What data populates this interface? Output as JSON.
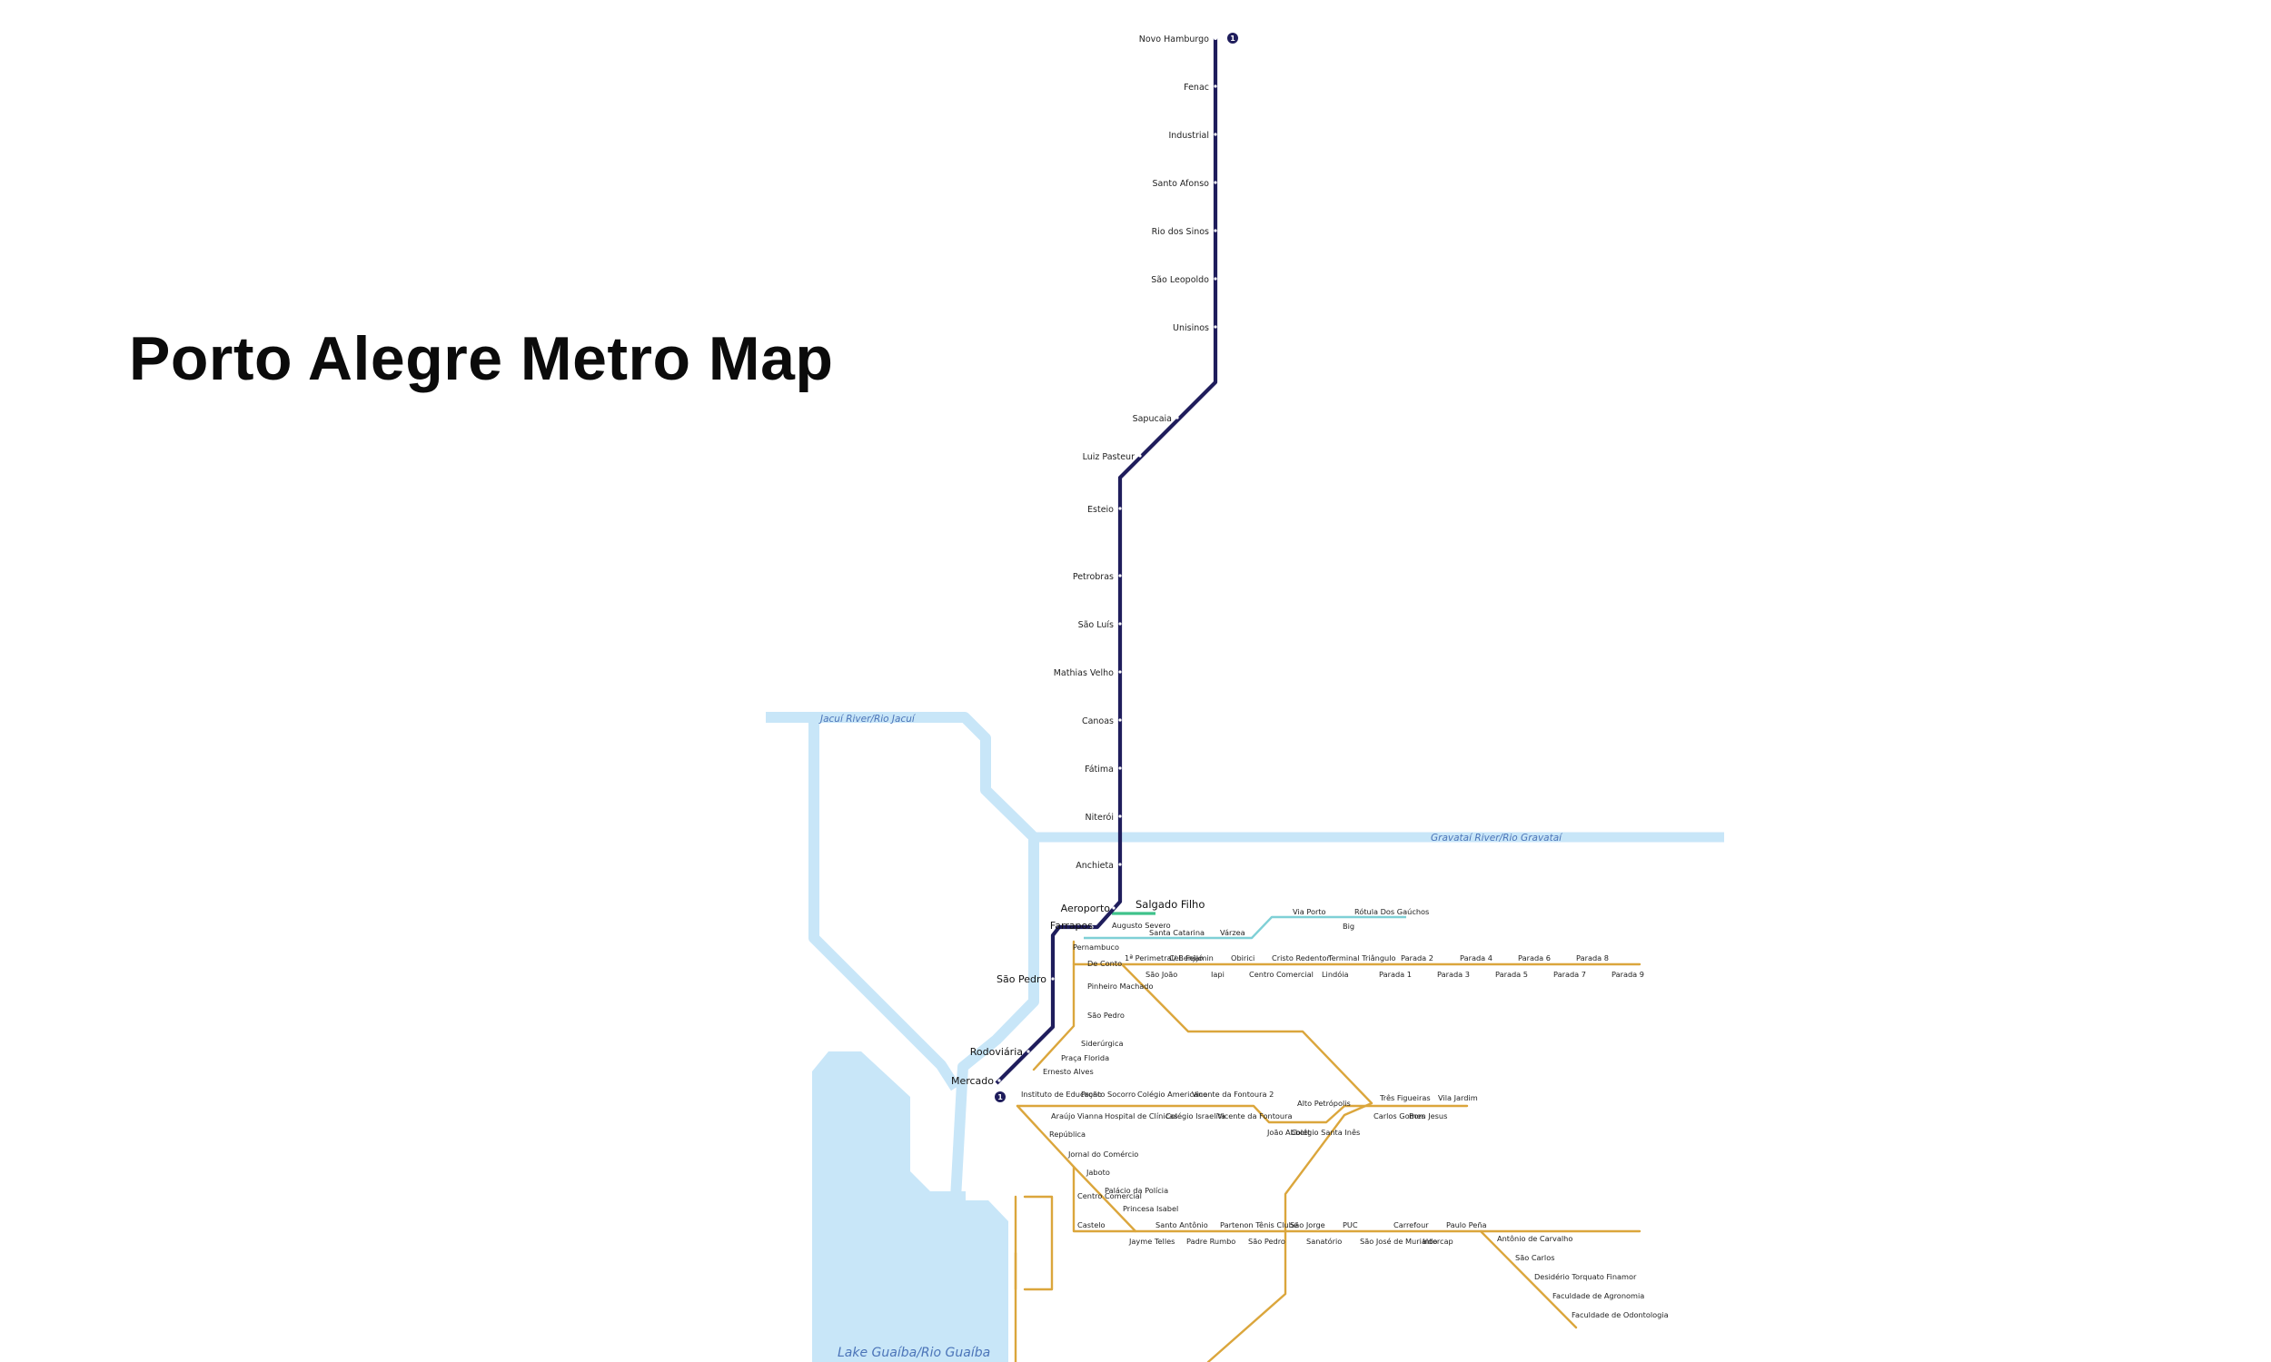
{
  "map": {
    "title": "Porto Alegre Metro Map",
    "colors": {
      "metro": "#1f1d5c",
      "bus": "#dba63c",
      "aeromovel": "#3fc28b",
      "bus_connector": "#7fd0d6",
      "water": "#c8e6f8",
      "water_label": "#4b74b8"
    },
    "line_badge": "1",
    "water_labels": {
      "jacui": "Jacuí River/Rio Jacuí",
      "gravatai": "Gravataí River/Rio Gravataí",
      "guaiba": "Lake Guaíba/Rio Guaíba"
    },
    "metro_stations": [
      "Novo Hamburgo",
      "Fenac",
      "Industrial",
      "Santo Afonso",
      "Rio dos Sinos",
      "São Leopoldo",
      "Unisinos",
      "Sapucaia",
      "Luiz Pasteur",
      "Esteio",
      "Petrobras",
      "São Luís",
      "Mathias Velho",
      "Canoas",
      "Fátima",
      "Niterói",
      "Anchieta",
      "Aeroporto",
      "Farrapos",
      "São Pedro",
      "Rodoviária",
      "Mercado"
    ],
    "aeromovel_station": "Salgado Filho",
    "cyan_stops": [
      "Augusto Severo",
      "Santa Catarina",
      "Várzea",
      "Via Porto",
      "Rótula Dos Gaúchos",
      "Big"
    ],
    "bus_stops": {
      "north_corridor_top": [
        "1ª Perimetral/ Benjamin",
        "Cel. Feijó",
        "Obirici",
        "Cristo Redentor",
        "Terminal Triângulo",
        "Parada 2",
        "Parada 4",
        "Parada 6",
        "Parada 8"
      ],
      "north_corridor_bottom": [
        "São João",
        "Iapi",
        "Centro Comercial",
        "Lindóia",
        "Parada 1",
        "Parada 3",
        "Parada 5",
        "Parada 7",
        "Parada 9"
      ],
      "western_branch": [
        "Pernambuco",
        "De Conto",
        "Pinheiro Machado",
        "São Pedro",
        "Siderúrgica",
        "Praça Florida",
        "Ernesto Alves"
      ],
      "middle_top": [
        "Instituto de Educação",
        "Pronto Socorro",
        "Colégio Americano",
        "Vicente da Fontoura 2",
        "Alto Petrópolis",
        "Três Figueiras",
        "Vila Jardim"
      ],
      "middle_bottom": [
        "Araújo Vianna",
        "Hospital de Clínicas",
        "Colégio Israelita",
        "Vicente da Fontoura",
        "João Abbott",
        "Colégio Santa Inês",
        "Carlos Gomes",
        "Bom Jesus"
      ],
      "diagonal": [
        "República",
        "Jornal do Comércio",
        "Jaboto",
        "Palácio da Polícia",
        "Centro Comercial",
        "Princesa Isabel",
        "Castelo"
      ],
      "south_top": [
        "Santo Antônio",
        "Partenon Tênis Clube",
        "São Jorge",
        "PUC",
        "Carrefour",
        "Paulo Peña"
      ],
      "south_bottom": [
        "Jayme Telles",
        "Padre Rumbo",
        "São Pedro",
        "Sanatório",
        "São José de Murialdo",
        "Intercap"
      ],
      "southeast": [
        "Antônio de Carvalho",
        "São Carlos",
        "Desidério Torquato Finamor",
        "Faculdade de Agronomia",
        "Faculdade de Odontologia"
      ]
    }
  }
}
